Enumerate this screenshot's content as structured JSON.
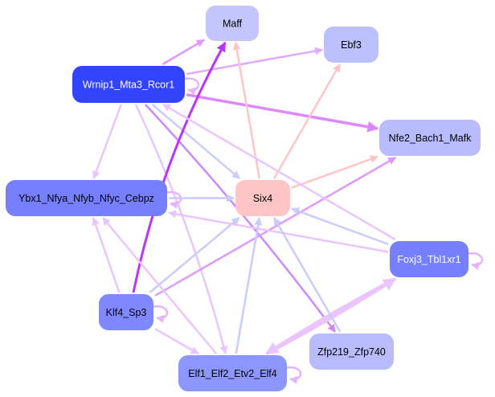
{
  "nodes": [
    {
      "id": "maff",
      "label": "Maff",
      "fill": "#c4c4ff",
      "text": "#000000"
    },
    {
      "id": "ebf3",
      "label": "Ebf3",
      "fill": "#bcc0ff",
      "text": "#000000"
    },
    {
      "id": "wrnip1",
      "label": "Wrnip1_Mta3_Rcor1",
      "fill": "#3344ff",
      "text": "#ffffff"
    },
    {
      "id": "nfe2",
      "label": "Nfe2_Bach1_Mafk",
      "fill": "#b8bcff",
      "text": "#000000"
    },
    {
      "id": "ybx1",
      "label": "Ybx1_Nfya_Nfyb_Nfyc_Cebpz",
      "fill": "#7680ff",
      "text": "#000000"
    },
    {
      "id": "six4",
      "label": "Six4",
      "fill": "#ffc4c4",
      "text": "#000000"
    },
    {
      "id": "foxj3",
      "label": "Foxj3_Tbl1xr1",
      "fill": "#7680ff",
      "text": "#ffffff"
    },
    {
      "id": "klf4",
      "label": "Klf4_Sp3",
      "fill": "#8088ff",
      "text": "#000000"
    },
    {
      "id": "zfp219",
      "label": "Zfp219_Zfp740",
      "fill": "#b8bcff",
      "text": "#000000"
    },
    {
      "id": "elf1",
      "label": "Elf1_Elf2_Etv2_Elf4",
      "fill": "#8c96ff",
      "text": "#000000"
    }
  ],
  "edges": [
    {
      "from": "wrnip1",
      "to": "maff",
      "color": "#dd99ff"
    },
    {
      "from": "wrnip1",
      "to": "ebf3",
      "color": "#e0aaff"
    },
    {
      "from": "wrnip1",
      "to": "wrnip1",
      "color": "#e6b3ff"
    },
    {
      "from": "wrnip1",
      "to": "nfe2",
      "color": "#dd88ff"
    },
    {
      "from": "wrnip1",
      "to": "ybx1",
      "color": "#eac4ff"
    },
    {
      "from": "wrnip1",
      "to": "six4",
      "color": "#c8ccff"
    },
    {
      "from": "wrnip1",
      "to": "zfp219",
      "color": "#cc88ff"
    },
    {
      "from": "wrnip1",
      "to": "elf1",
      "color": "#eac4ff"
    },
    {
      "from": "six4",
      "to": "maff",
      "color": "#ffc4c4"
    },
    {
      "from": "six4",
      "to": "ebf3",
      "color": "#ffc4c4"
    },
    {
      "from": "six4",
      "to": "nfe2",
      "color": "#ffc4c4"
    },
    {
      "from": "klf4",
      "to": "maff",
      "color": "#bb33ff"
    },
    {
      "from": "klf4",
      "to": "nfe2",
      "color": "#dd99ff"
    },
    {
      "from": "klf4",
      "to": "six4",
      "color": "#c8ccff"
    },
    {
      "from": "klf4",
      "to": "ybx1",
      "color": "#eac4ff"
    },
    {
      "from": "klf4",
      "to": "klf4",
      "color": "#e6b3ff"
    },
    {
      "from": "klf4",
      "to": "elf1",
      "color": "#eac4ff"
    },
    {
      "from": "ybx1",
      "to": "six4",
      "color": "#c8ccff"
    },
    {
      "from": "ybx1",
      "to": "ybx1",
      "color": "#e6b3ff"
    },
    {
      "from": "foxj3",
      "to": "ybx1",
      "color": "#eac4ff"
    },
    {
      "from": "foxj3",
      "to": "wrnip1",
      "color": "#eac4ff"
    },
    {
      "from": "foxj3",
      "to": "six4",
      "color": "#c8ccff"
    },
    {
      "from": "foxj3",
      "to": "foxj3",
      "color": "#e6b3ff"
    },
    {
      "from": "foxj3",
      "to": "elf1",
      "color": "#eac4ff"
    },
    {
      "from": "elf1",
      "to": "foxj3",
      "color": "#eac4ff"
    },
    {
      "from": "elf1",
      "to": "ybx1",
      "color": "#eac4ff"
    },
    {
      "from": "elf1",
      "to": "six4",
      "color": "#c8ccff"
    },
    {
      "from": "elf1",
      "to": "elf1",
      "color": "#e6b3ff"
    },
    {
      "from": "zfp219",
      "to": "six4",
      "color": "#c8ccff"
    }
  ]
}
